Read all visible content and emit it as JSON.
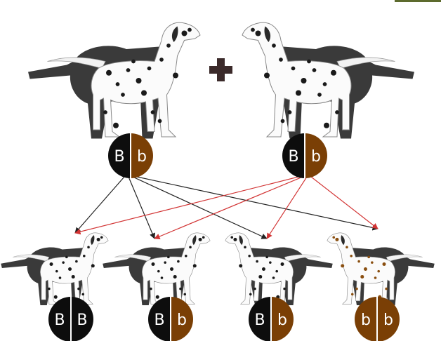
{
  "colors": {
    "black_allele": "#0d0d0d",
    "brown_allele": "#7a3f05",
    "arrow_black": "#222222",
    "arrow_red": "#d23434",
    "shadow": "#3a3a3a",
    "plus": "#3b2a2a",
    "liver_spot": "#8a4f10",
    "black_spot": "#1a1a1a",
    "accent_bar": "#5d6b2e"
  },
  "icons": {
    "cross": "plus-icon",
    "parent_dog": "dalmatian-icon",
    "offspring_dog": "dalmatian-icon"
  },
  "parents": [
    {
      "alleles": [
        "B",
        "b"
      ],
      "spot_color": "black"
    },
    {
      "alleles": [
        "B",
        "b"
      ],
      "spot_color": "black"
    }
  ],
  "offspring": [
    {
      "alleles": [
        "B",
        "B"
      ],
      "spot_color": "black"
    },
    {
      "alleles": [
        "B",
        "b"
      ],
      "spot_color": "black"
    },
    {
      "alleles": [
        "B",
        "b"
      ],
      "spot_color": "black"
    },
    {
      "alleles": [
        "b",
        "b"
      ],
      "spot_color": "liver"
    }
  ]
}
